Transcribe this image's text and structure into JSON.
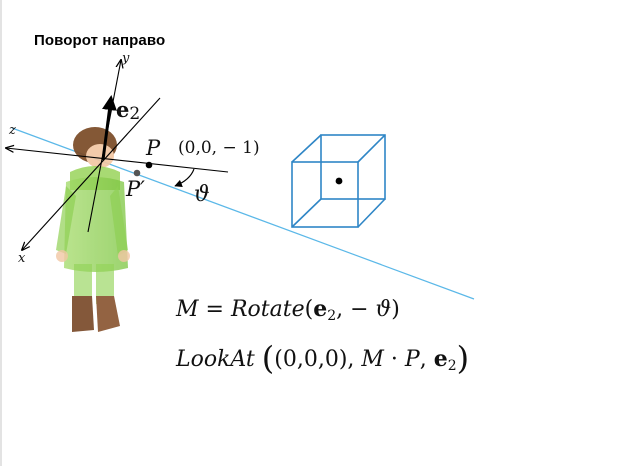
{
  "title": "Поворот направо",
  "axes": {
    "y": "y",
    "z": "z",
    "x": "x"
  },
  "vector_label": {
    "symbol": "e",
    "subscript": "2"
  },
  "point_P": {
    "label": "P",
    "coords": "(0,0, − 1)"
  },
  "point_P_prime": {
    "label": "P′"
  },
  "angle_label": "ϑ",
  "formula_1": {
    "lhs": "M",
    "eq": "=",
    "func": "Rotate",
    "open": "(",
    "arg_vec": "e",
    "arg_sub": "2",
    "sep": ", − ",
    "arg_angle": "ϑ",
    "close": ")"
  },
  "formula_2": {
    "func": "LookAt",
    "open": "(",
    "origin": "(0,0,0), ",
    "m": "M",
    "dot": " · ",
    "p": "P",
    "sep": ", ",
    "vec": "e",
    "vec_sub": "2",
    "close": ")"
  },
  "colors": {
    "ray": "#5bb8e8",
    "cube": "#2f86c6",
    "axis": "#000000"
  }
}
